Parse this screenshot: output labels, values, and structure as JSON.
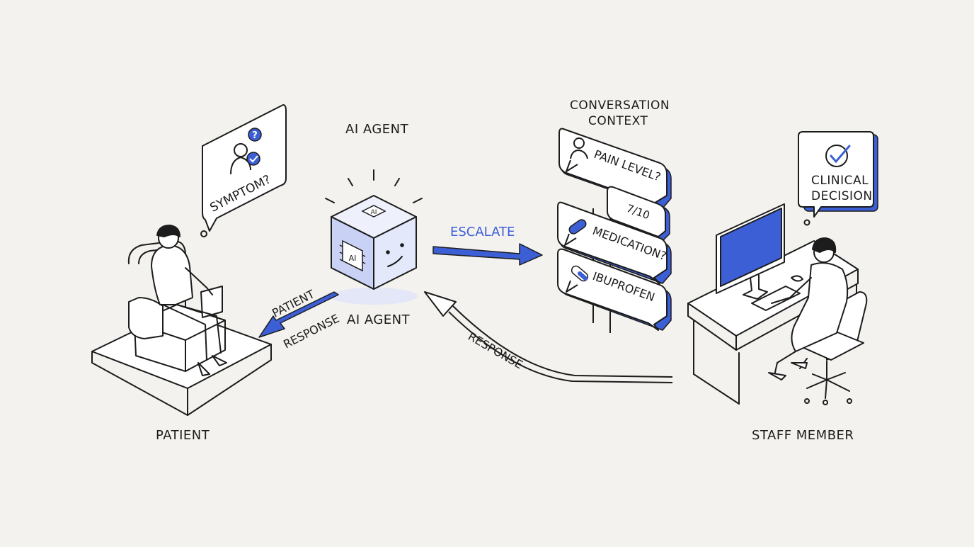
{
  "nodes": {
    "patient": {
      "label": "PATIENT",
      "thought": "SYMPTOM?"
    },
    "ai_agent": {
      "label_top": "AI AGENT",
      "label_bottom": "AI AGENT",
      "chip_text": "AI"
    },
    "context": {
      "title_line1": "CONVERSATION",
      "title_line2": "CONTEXT",
      "messages": [
        "PAIN LEVEL?",
        "7/10",
        "MEDICATION?",
        "IBUPROFEN"
      ]
    },
    "staff": {
      "label": "STAFF MEMBER",
      "thought_line1": "CLINICAL",
      "thought_line2": "DECISION"
    }
  },
  "edges": {
    "escalate": "ESCALATE",
    "response": "RESPONSE",
    "patient_response_line1": "PATIENT",
    "patient_response_line2": "RESPONSE"
  },
  "colors": {
    "accent": "#3d5fd6",
    "ink": "#1c1c1c",
    "background": "#f3f2ee",
    "tint": "#dfe4fa"
  }
}
